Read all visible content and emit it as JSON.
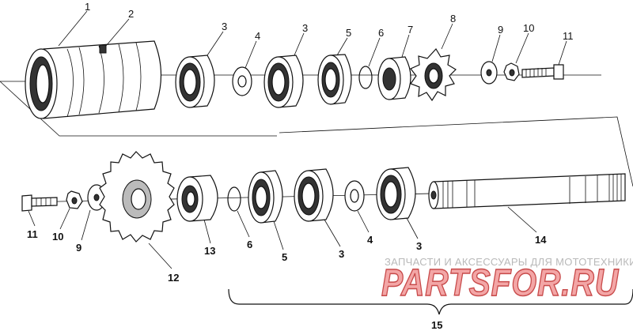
{
  "callouts": {
    "top": {
      "p1": "1",
      "p2": "2",
      "p3a": "3",
      "p4": "4",
      "p3b": "3",
      "p5": "5",
      "p6": "6",
      "p7": "7",
      "p8": "8",
      "p9": "9",
      "p10": "10",
      "p11": "11"
    },
    "bottom": {
      "p11": "11",
      "p10": "10",
      "p9": "9",
      "p12": "12",
      "p13": "13",
      "p6": "6",
      "p5": "5",
      "p3a": "3",
      "p4": "4",
      "p3b": "3",
      "p14": "14",
      "p15": "15"
    }
  },
  "watermark": {
    "subtitle": "ЗАПЧАСТИ И АКСЕССУАРЫ ДЛЯ МОТОТЕХНИКИ",
    "logo": "PARTSFOR.RU"
  }
}
